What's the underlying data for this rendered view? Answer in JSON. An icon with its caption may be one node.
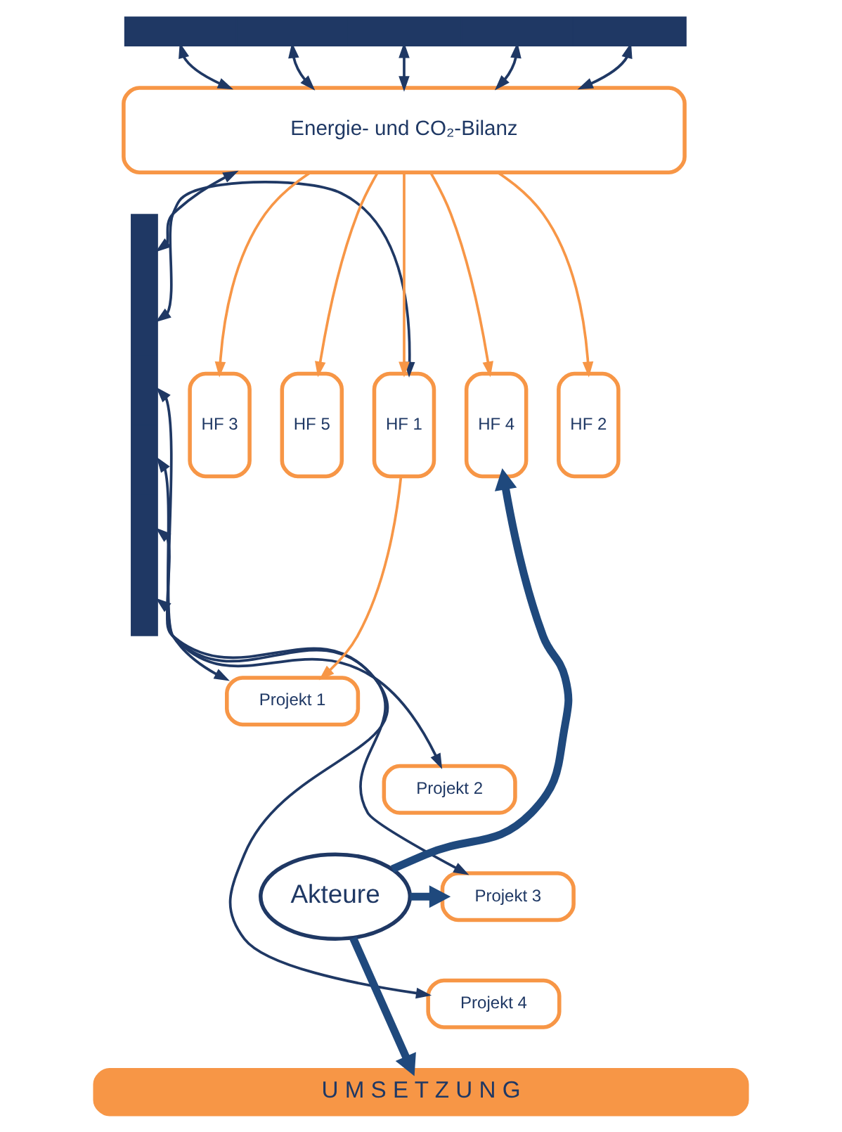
{
  "diagram": {
    "nodes": [
      {
        "text": [],
        "shape": "bar"
      },
      {
        "text": [],
        "shape": "bar"
      },
      {
        "text": [
          "Energie- und CO₂-Bilanz"
        ]
      },
      {
        "text": [
          "HF 1"
        ]
      },
      {
        "text": [
          "HF 2"
        ]
      },
      {
        "text": [
          "HF 3"
        ]
      },
      {
        "text": [
          "HF 4"
        ]
      },
      {
        "text": [
          "HF 5"
        ]
      },
      {
        "text": [
          "Projekt 1"
        ]
      },
      {
        "text": [
          "Projekt 2"
        ]
      },
      {
        "text": [
          "Projekt 3"
        ]
      },
      {
        "text": [
          "Projekt 4"
        ]
      },
      {
        "text": [
          "Akteure"
        ]
      },
      {
        "text": [
          "U M S E T Z U N G"
        ]
      }
    ],
    "edges": [
      {
        "from": 0,
        "to": 2,
        "arrow": "both"
      },
      {
        "from": 0,
        "to": 2,
        "arrow": "both"
      },
      {
        "from": 0,
        "to": 2,
        "arrow": "both"
      },
      {
        "from": 0,
        "to": 2,
        "arrow": "both"
      },
      {
        "from": 0,
        "to": 2,
        "arrow": "both"
      },
      {
        "from": 1,
        "to": 2,
        "arrow": "both"
      },
      {
        "from": 1,
        "to": 3,
        "arrow": "both"
      },
      {
        "from": 1,
        "to": 8,
        "arrow": "both"
      },
      {
        "from": 1,
        "to": 9,
        "arrow": "both"
      },
      {
        "from": 1,
        "to": 10,
        "arrow": "both"
      },
      {
        "from": 1,
        "to": 11,
        "arrow": "both"
      },
      {
        "from": 2,
        "to": 3,
        "arrow": "to",
        "color": "#f79646"
      },
      {
        "from": 2,
        "to": 4,
        "arrow": "to",
        "color": "#f79646"
      },
      {
        "from": 2,
        "to": 5,
        "arrow": "to",
        "color": "#f79646"
      },
      {
        "from": 2,
        "to": 6,
        "arrow": "to",
        "color": "#f79646"
      },
      {
        "from": 2,
        "to": 7,
        "arrow": "to",
        "color": "#f79646"
      },
      {
        "from": 3,
        "to": 8,
        "arrow": "to",
        "color": "#f79646"
      },
      {
        "from": 12,
        "to": 10,
        "arrow": "to",
        "style": "thick",
        "color": "#1f497d"
      },
      {
        "from": 12,
        "to": 6,
        "arrow": "to",
        "style": "thick",
        "color": "#1f497d"
      },
      {
        "from": 12,
        "to": 13,
        "arrow": "to",
        "style": "thick",
        "color": "#1f497d"
      }
    ]
  }
}
